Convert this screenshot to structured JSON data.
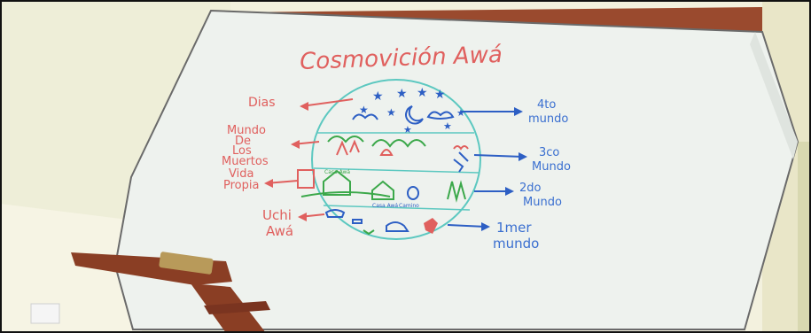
{
  "whiteboard": {
    "title": "Cosmovición Awá",
    "left_labels": {
      "dias": "Dias",
      "mundo_de_los_muertos": [
        "Mundo",
        "De",
        "Los",
        "Muertos"
      ],
      "vida_propia": [
        "Vida",
        "Propia"
      ],
      "uchi_awa": [
        "Uchi",
        "Awá"
      ]
    },
    "right_labels": {
      "mundo_4": [
        "4to",
        "mundo"
      ],
      "mundo_3": [
        "3co",
        "Mundo"
      ],
      "mundo_2": [
        "2do",
        "Mundo"
      ],
      "mundo_1": [
        "1mer",
        "mundo"
      ]
    },
    "center_small_labels": {
      "casa_awa": "Casa Awá",
      "casa_awa_2": "Casa Awá",
      "camino": "Camino"
    }
  },
  "colors": {
    "marker_red": "#e0605e",
    "marker_blue": "#3a6fd0",
    "marker_green": "#4caf50",
    "marker_teal": "#5cc8c0",
    "board": "#eef2ee",
    "wood": "#9a4a2e"
  },
  "icons": {
    "stars": "star-icon",
    "moon": "moon-icon",
    "clouds": "cloud-icon",
    "houses": "house-icon",
    "animals": "animal-icon"
  }
}
